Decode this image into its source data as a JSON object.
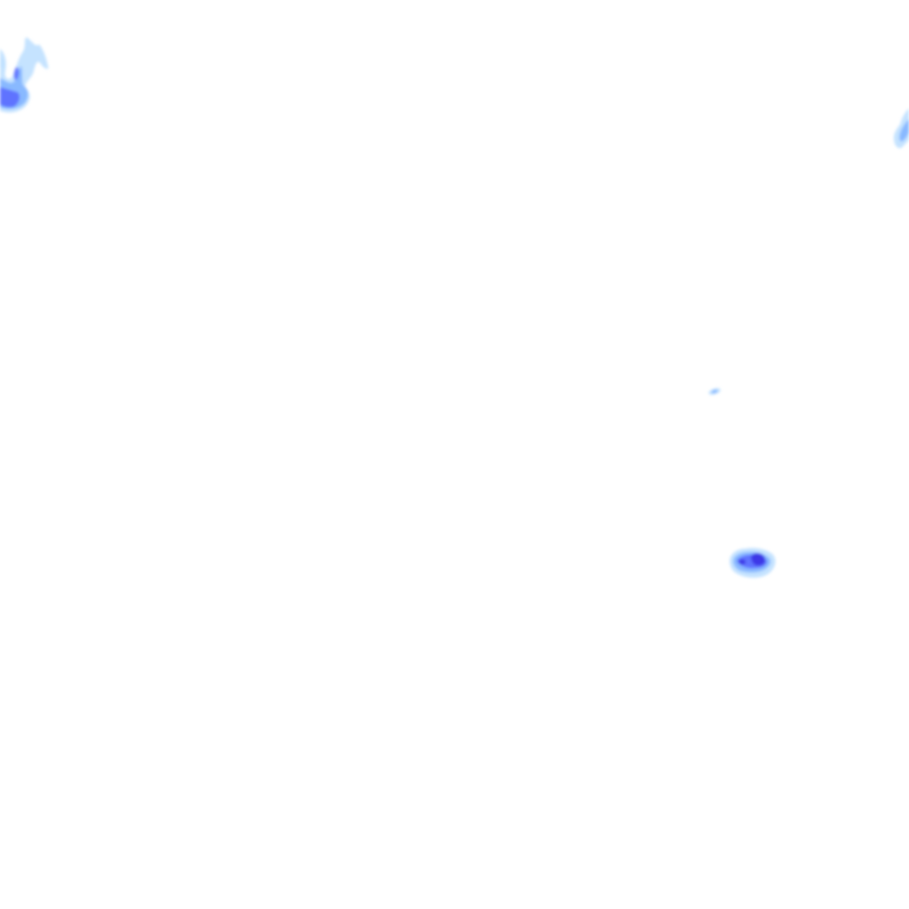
{
  "map": {
    "type": "radar-precipitation-tile",
    "background_color": "#ffffff",
    "palette": {
      "light": "#bfe0ff",
      "medium": "#7fb3ff",
      "strong": "#5a6cff",
      "intense": "#3a35e6"
    },
    "echoes": [
      {
        "name": "echo-cluster-northwest",
        "intensity": "strong"
      },
      {
        "name": "echo-fragment-northeast-edge",
        "intensity": "medium"
      },
      {
        "name": "echo-speck-east",
        "intensity": "light"
      },
      {
        "name": "echo-cell-southeast",
        "intensity": "intense"
      }
    ]
  }
}
